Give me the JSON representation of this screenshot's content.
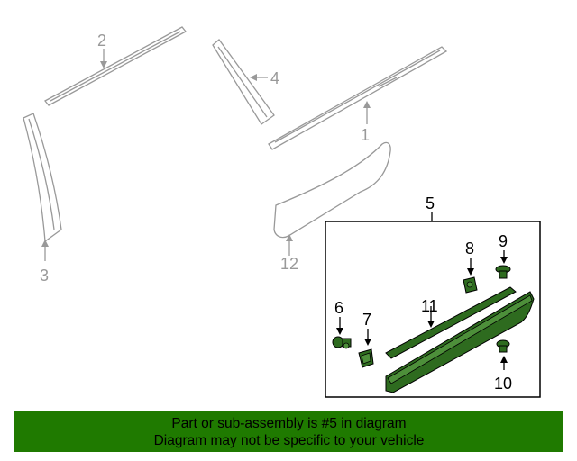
{
  "callouts": {
    "c1": "1",
    "c2": "2",
    "c3": "3",
    "c4": "4",
    "c5": "5",
    "c6": "6",
    "c7": "7",
    "c8": "8",
    "c9": "9",
    "c10": "10",
    "c11": "11",
    "c12": "12"
  },
  "footer": {
    "line1": "Part or sub-assembly is #5 in diagram",
    "line2": "Diagram may not be specific to your vehicle",
    "background_color": "#1f7a00"
  },
  "colors": {
    "unhighlighted_parts": "#999999",
    "highlighted_parts": "#2e6b1f"
  }
}
